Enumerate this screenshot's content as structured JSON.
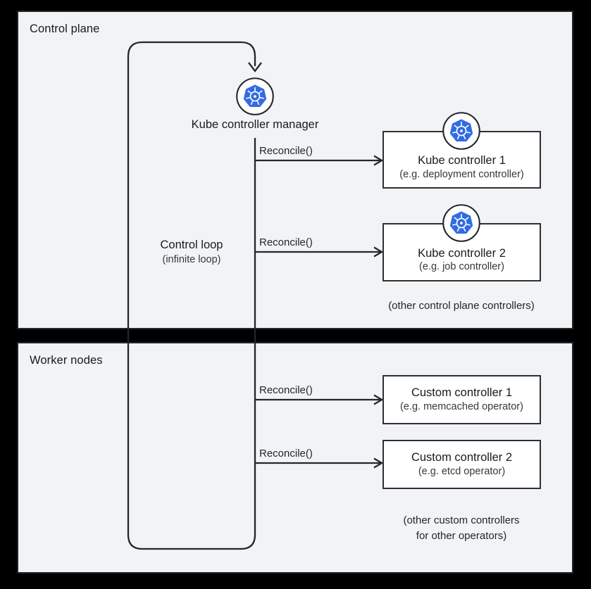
{
  "colors": {
    "background": "#000000",
    "panel_bg": "#f2f3f5",
    "line": "#21272a",
    "box_bg": "#ffffff",
    "kubernetes_blue": "#326ce5"
  },
  "control_plane": {
    "title": "Control plane",
    "manager_label": "Kube controller manager",
    "loop_label": "Control loop",
    "loop_sublabel": "(infinite loop)",
    "controllers": [
      {
        "title": "Kube controller 1",
        "subtitle": "(e.g. deployment controller)"
      },
      {
        "title": "Kube controller 2",
        "subtitle": "(e.g. job controller)"
      }
    ],
    "note": "(other control plane controllers)"
  },
  "worker_nodes": {
    "title": "Worker nodes",
    "controllers": [
      {
        "title": "Custom controller 1",
        "subtitle": "(e.g. memcached operator)"
      },
      {
        "title": "Custom controller 2",
        "subtitle": "(e.g. etcd operator)"
      }
    ],
    "note_lines": [
      "(other custom controllers",
      "for other operators)"
    ]
  },
  "reconcile_calls": [
    "Reconcile()",
    "Reconcile()",
    "Reconcile()",
    "Reconcile()"
  ]
}
